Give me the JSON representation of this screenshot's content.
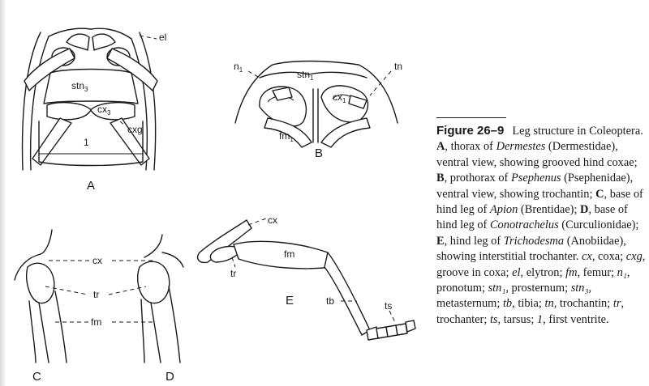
{
  "figure": {
    "panels": {
      "A": {
        "letter": "A",
        "labels": {
          "el": "el",
          "stn3": "stn",
          "stn3_sub": "3",
          "cx3": "cx",
          "cx3_sub": "3",
          "cxg": "cxg",
          "ventrite": "1"
        }
      },
      "B": {
        "letter": "B",
        "labels": {
          "n1": "n",
          "n1_sub": "1",
          "stn1": "stn",
          "stn1_sub": "1",
          "tn": "tn",
          "cx1": "cx",
          "cx1_sub": "1",
          "fm1": "fm",
          "fm1_sub": "1"
        }
      },
      "C": {
        "letter": "C"
      },
      "D": {
        "letter": "D"
      },
      "CD_labels": {
        "cx": "cx",
        "tr": "tr",
        "fm": "fm"
      },
      "E": {
        "letter": "E",
        "labels": {
          "cx": "cx",
          "tr": "tr",
          "fm": "fm",
          "tb": "tb",
          "ts": "ts"
        }
      }
    },
    "caption": {
      "number": "Figure 26–9",
      "segments": [
        {
          "t": "Leg structure in Coleoptera. ",
          "s": "n"
        },
        {
          "t": "A",
          "s": "b"
        },
        {
          "t": ", thorax of ",
          "s": "n"
        },
        {
          "t": "Dermestes",
          "s": "i"
        },
        {
          "t": " (Dermestidae), ventral view, showing grooved hind coxae; ",
          "s": "n"
        },
        {
          "t": "B",
          "s": "b"
        },
        {
          "t": ", prothorax of ",
          "s": "n"
        },
        {
          "t": "Psephenus",
          "s": "i"
        },
        {
          "t": " (Psephenidae), ventral view, showing trochantin; ",
          "s": "n"
        },
        {
          "t": "C",
          "s": "b"
        },
        {
          "t": ", base of hind leg of ",
          "s": "n"
        },
        {
          "t": "Apion",
          "s": "i"
        },
        {
          "t": " (Brentidae); ",
          "s": "n"
        },
        {
          "t": "D",
          "s": "b"
        },
        {
          "t": ", base of hind leg of ",
          "s": "n"
        },
        {
          "t": "Conotrachelus",
          "s": "i"
        },
        {
          "t": " (Curculionidae); ",
          "s": "n"
        },
        {
          "t": "E",
          "s": "b"
        },
        {
          "t": ", hind leg of ",
          "s": "n"
        },
        {
          "t": "Trichodesma",
          "s": "i"
        },
        {
          "t": " (Anobiidae), showing interstitial trochanter. ",
          "s": "n"
        },
        {
          "t": "cx",
          "s": "i"
        },
        {
          "t": ", coxa; ",
          "s": "n"
        },
        {
          "t": "cxg",
          "s": "i"
        },
        {
          "t": ", groove in coxa; ",
          "s": "n"
        },
        {
          "t": "el",
          "s": "i"
        },
        {
          "t": ", elytron; ",
          "s": "n"
        },
        {
          "t": "fm",
          "s": "i"
        },
        {
          "t": ", femur; ",
          "s": "n"
        },
        {
          "t": "n₁",
          "s": "i"
        },
        {
          "t": ", pronotum; ",
          "s": "n"
        },
        {
          "t": "stn₁",
          "s": "i"
        },
        {
          "t": ", prosternum; ",
          "s": "n"
        },
        {
          "t": "stn₃",
          "s": "i"
        },
        {
          "t": ", metasternum; ",
          "s": "n"
        },
        {
          "t": "tb",
          "s": "i"
        },
        {
          "t": ", tibia; ",
          "s": "n"
        },
        {
          "t": "tn",
          "s": "i"
        },
        {
          "t": ", trochantin; ",
          "s": "n"
        },
        {
          "t": "tr",
          "s": "i"
        },
        {
          "t": ", trochanter; ",
          "s": "n"
        },
        {
          "t": "ts",
          "s": "i"
        },
        {
          "t": ", tarsus; ",
          "s": "n"
        },
        {
          "t": "1",
          "s": "i"
        },
        {
          "t": ", first ventrite.",
          "s": "n"
        }
      ]
    }
  }
}
